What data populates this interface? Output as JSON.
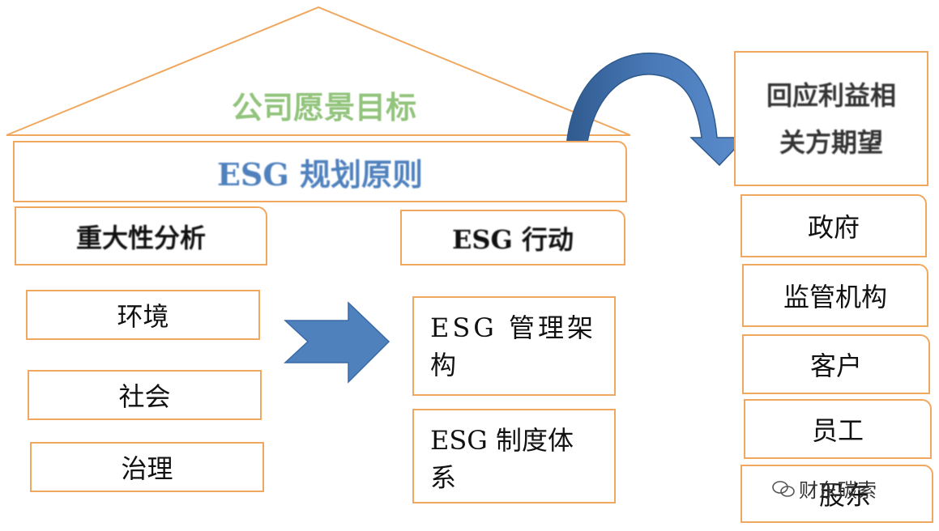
{
  "roof": {
    "title": "公司愿景目标"
  },
  "principle": {
    "label": "ESG 规划原则"
  },
  "materiality": {
    "header": "重大性分析",
    "items": [
      "环境",
      "社会",
      "治理"
    ]
  },
  "action": {
    "header": "ESG 行动",
    "items": [
      "ESG 管理架构",
      "ESG 制度体系"
    ]
  },
  "stakeholders": {
    "header": "回应利益相关方期望",
    "items": [
      "政府",
      "监管机构",
      "客户",
      "员工",
      "股东"
    ]
  },
  "watermark": {
    "text": "财东碳索"
  },
  "colors": {
    "border": "#f0a860",
    "arrow": "#4f81bd",
    "arrow_dark": "#2f5a8e",
    "roof_text": "#93c47d"
  }
}
